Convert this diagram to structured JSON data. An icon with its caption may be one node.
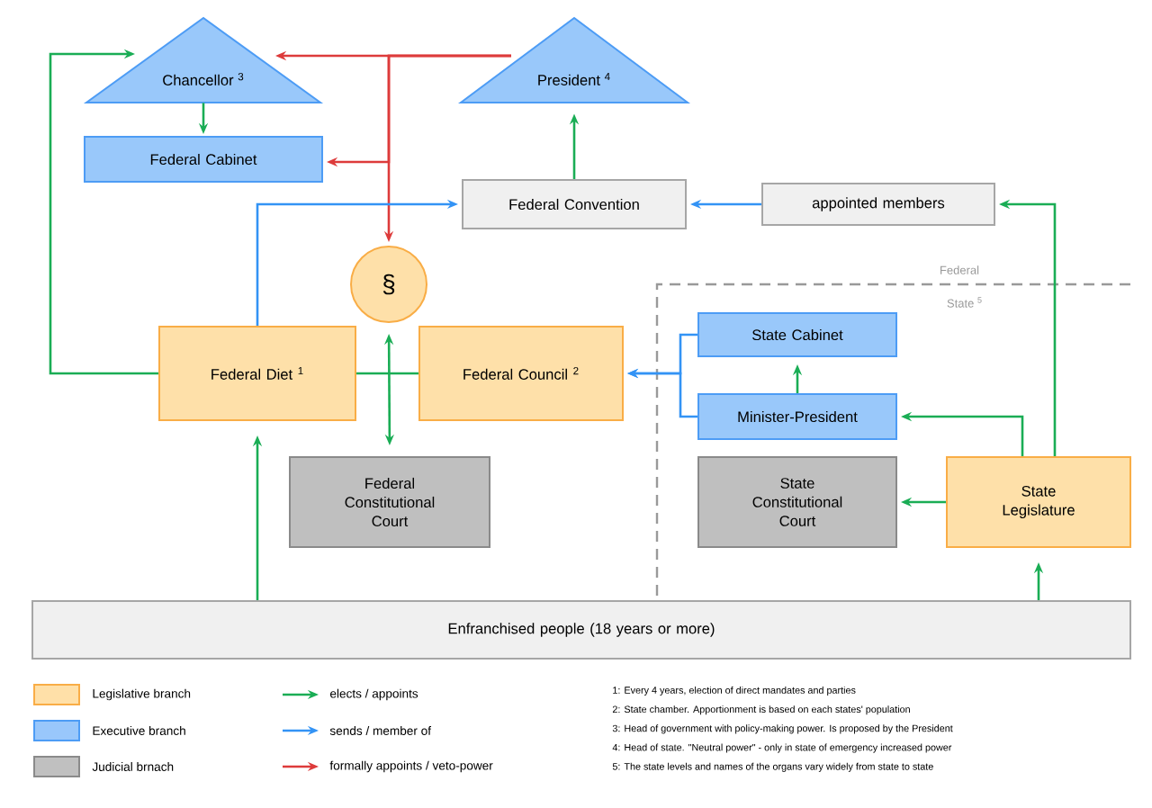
{
  "diagram": {
    "nodes": [
      {
        "text": [
          "Chancellor $^{3}$"
        ]
      },
      {
        "text": [
          "President $^{4}$"
        ]
      },
      {
        "text": [
          "Federal Cabinet"
        ]
      },
      {
        "text": [
          "Federal Convention"
        ]
      },
      {
        "text": [
          "appointed members"
        ]
      },
      {
        "text": [
          "§"
        ]
      },
      {
        "text": [
          "Federal Diet $^{1}$"
        ]
      },
      {
        "text": [
          "Federal Council $^{2}$"
        ]
      },
      {
        "text": [
          "State Cabinet"
        ]
      },
      {
        "text": [
          "Minister-President"
        ]
      },
      {
        "text": [
          "Federal Constitutional Court"
        ]
      },
      {
        "text": [
          "State Constitutional Court"
        ]
      },
      {
        "text": [
          "State Legislature"
        ]
      },
      {
        "text": [
          "Enfranchised people (18 years or more)"
        ]
      }
    ],
    "edges": [
      {
        "from": 0,
        "to": 2,
        "arrow": "to"
      },
      {
        "from": 6,
        "to": 0,
        "arrow": "to"
      },
      {
        "from": 1,
        "to": 0,
        "arrow": "to",
        "color": "#dd3b3b"
      },
      {
        "from": 1,
        "to": 2,
        "arrow": "to",
        "color": "#dd3b3b"
      },
      {
        "from": 1,
        "to": 5,
        "arrow": "to",
        "color": "#dd3b3b"
      },
      {
        "from": 3,
        "to": 1,
        "arrow": "to"
      },
      {
        "from": 4,
        "to": 3,
        "arrow": "to",
        "color": "#3393f5"
      },
      {
        "from": 6,
        "to": 3,
        "arrow": "to",
        "color": "#3393f5"
      },
      {
        "from": 12,
        "to": 4,
        "arrow": "to"
      },
      {
        "from": 6,
        "to": 7,
        "arrow": "none"
      },
      {
        "from": 5,
        "to": 10,
        "arrow": "both"
      },
      {
        "from": 8,
        "to": 7,
        "arrow": "to",
        "color": "#3393f5"
      },
      {
        "from": 9,
        "to": 7,
        "arrow": "to",
        "color": "#3393f5"
      },
      {
        "from": 9,
        "to": 8,
        "arrow": "to"
      },
      {
        "from": 12,
        "to": 9,
        "arrow": "to"
      },
      {
        "from": 12,
        "to": 11,
        "arrow": "to"
      },
      {
        "from": 13,
        "to": 6,
        "arrow": "to"
      },
      {
        "from": 13,
        "to": 12,
        "arrow": "to"
      }
    ],
    "labels": [
      "Federal",
      "State $^{5}$",
      "1: Every 4 years, election of direct mandates and parties",
      "2: State chamber. Apportionment is based on each states' population",
      "3: Head of government with policy-making power. Is proposed by the President",
      "4: Head of state. \"Neutral power\" - only in state of emergency increased power",
      "5: The state levels and names of the organs vary widely from state to state"
    ],
    "legend": [
      {
        "text": "Legislative branch",
        "color": "#ffe0a8"
      },
      {
        "text": "Executive branch",
        "color": "#99c7fb"
      },
      {
        "text": "Judicial brnach",
        "color": "#c0c0c0"
      },
      {
        "text": "elects / appoints"
      },
      {
        "text": "sends / member of"
      },
      {
        "text": "formally appoints / veto-power"
      }
    ]
  }
}
